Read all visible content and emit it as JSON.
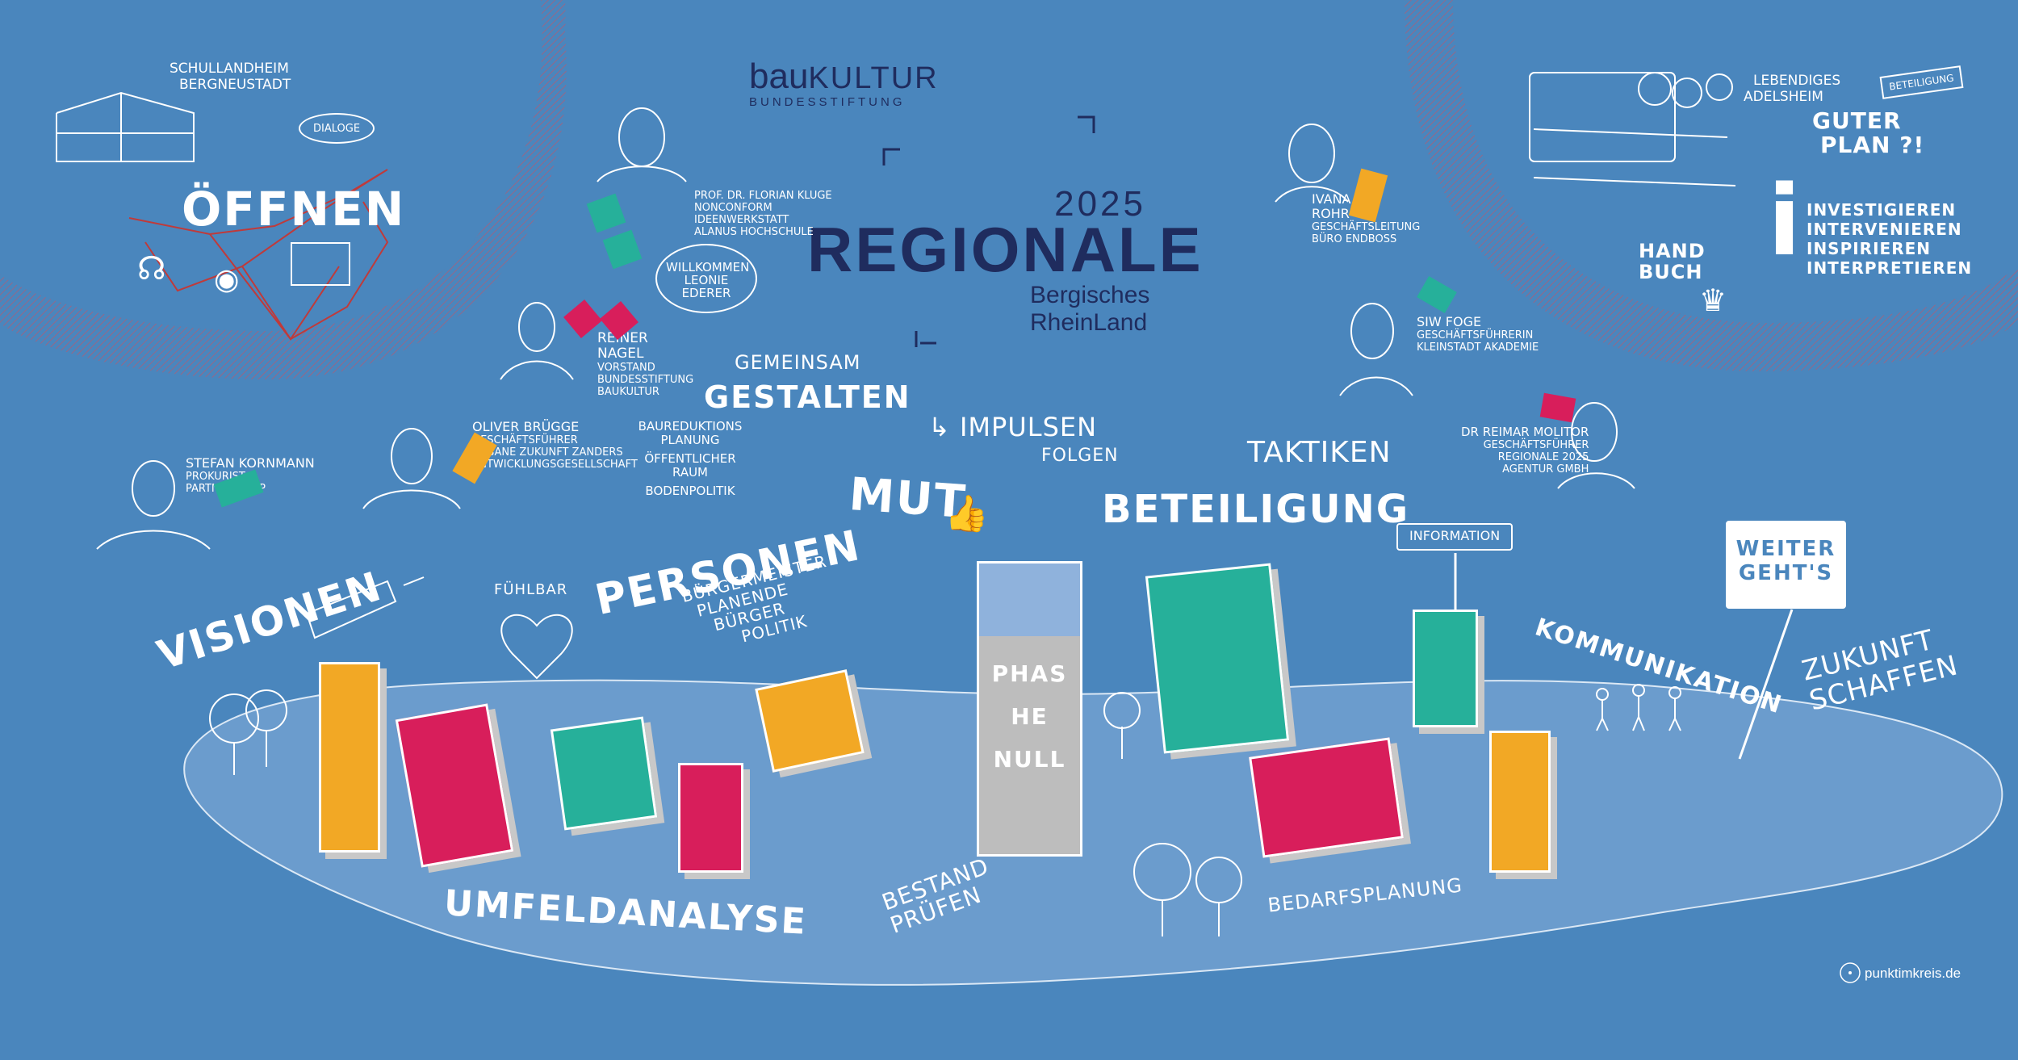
{
  "colors": {
    "background": "#4a86bd",
    "island": "#6b9ccd",
    "navy": "#1f2c5e",
    "yellow": "#f2a825",
    "magenta": "#d81e5b",
    "teal": "#26b09a",
    "gray": "#c8c8c8",
    "hatching": "#c0566a"
  },
  "header": {
    "brand_bau": "bau",
    "brand_kultur": "KULTUR",
    "brand_sub": "BUNDESSTIFTUNG",
    "year": "2025",
    "regionale": "REGIONALE",
    "region_line1": "Bergisches",
    "region_line2": "RheinLand"
  },
  "left_circle": {
    "place_line1": "SCHULLANDHEIM",
    "place_line2": "BERGNEUSTADT",
    "dialog": "DIALOGE",
    "title": "ÖFFNEN"
  },
  "right_circle": {
    "place_line1": "LEBENDIGES",
    "place_line2": "ADELSHEIM",
    "sign": "BETEILIGUNG",
    "plan_line1": "GUTER",
    "plan_line2": "PLAN ?!",
    "i_lines": [
      "INVESTIGIEREN",
      "INTERVENIEREN",
      "INSPIRIEREN",
      "INTERPRETIEREN"
    ],
    "handbuch_line1": "HAND",
    "handbuch_line2": "BUCH"
  },
  "speakers": {
    "kluge": [
      "PROF. DR. FLORIAN KLUGE",
      "NONCONFORM",
      "IDEENWERKSTATT",
      "ALANUS HOCHSCHULE"
    ],
    "nagel": [
      "REINER",
      "NAGEL",
      "VORSTAND",
      "BUNDESSTIFTUNG",
      "BAUKULTUR"
    ],
    "bruegge": [
      "OLIVER BRÜGGE",
      "GESCHÄFTSFÜHRER",
      "URBANE ZUKUNFT ZANDERS",
      "ENTWICKLUNGSGESELLSCHAFT"
    ],
    "kornmann": [
      "STEFAN KORNMANN",
      "PROKURIST",
      "PARTNER AS+P"
    ],
    "rohr": [
      "IVANA",
      "ROHR",
      "GESCHÄFTSLEITUNG",
      "BÜRO ENDBOSS"
    ],
    "foge": [
      "SIW FOGE",
      "GESCHÄFTSFÜHRERIN",
      "KLEINSTADT AKADEMIE"
    ],
    "molitor": [
      "DR REIMAR MOLITOR",
      "GESCHÄFTSFÜHRER",
      "REGIONALE 2025",
      "AGENTUR GMBH"
    ]
  },
  "bubble_willkommen": [
    "WILLKOMMEN",
    "LEONIE",
    "EDERER"
  ],
  "words": {
    "gemeinsam": "GEMEINSAM",
    "gestalten": "GESTALTEN",
    "baureduktion": [
      "BAUREDUKTIONS",
      "PLANUNG",
      "ÖFFENTLICHER",
      "RAUM",
      "BODENPOLITIK"
    ],
    "impulsen": "IMPULSEN",
    "folgen": "FOLGEN",
    "taktiken": "TAKTIKEN",
    "mut": "MUT",
    "beteiligung": "BETEILIGUNG",
    "information": "INFORMATION",
    "visionen": "VISIONEN",
    "fuehlbar": "FÜHLBAR",
    "personen": "PERSONEN",
    "personen_list": [
      "BÜRGERMEISTER",
      "PLANENDE",
      "BÜRGER",
      "POLITIK"
    ],
    "kommunikation": "KOMMUNIKATION",
    "weiter_line1": "WEITER",
    "weiter_line2": "GEHT'S",
    "zukunft_line1": "ZUKUNFT",
    "zukunft_line2": "SCHAFFEN",
    "umfeldanalyse": "UMFELDANALYSE",
    "bestand_line1": "BESTAND",
    "bestand_line2": "PRÜFEN",
    "bedarfsplanung": "BEDARFSPLANUNG"
  },
  "tower_text": [
    "PHAS",
    "HE",
    "NULL"
  ],
  "footer": {
    "credit": "punktimkreis.de"
  }
}
